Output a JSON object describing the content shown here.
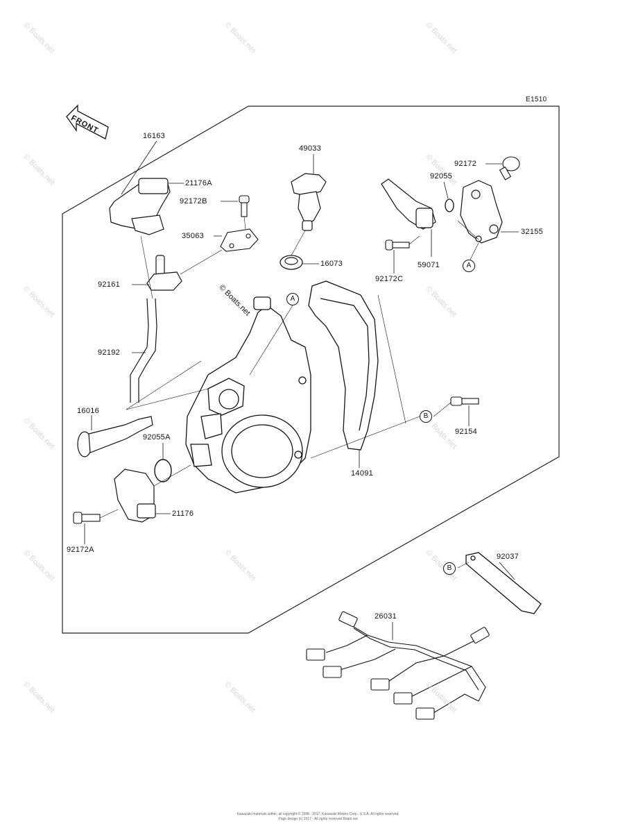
{
  "diagram_code": "E1510",
  "front_label": "FRONT",
  "parts": {
    "p16163": "16163",
    "p21176A": "21176A",
    "p92172B": "92172B",
    "p35063": "35063",
    "p92161": "92161",
    "p92192": "92192",
    "p16016": "16016",
    "p92055A": "92055A",
    "p21176": "21176",
    "p92172A": "92172A",
    "p49033": "49033",
    "p16073": "16073",
    "p92172": "92172",
    "p92055": "92055",
    "p32155": "32155",
    "p59071": "59071",
    "p92172C": "92172C",
    "p92154": "92154",
    "p14091": "14091",
    "p92037": "92037",
    "p26031": "26031"
  },
  "callouts": {
    "a1": "A",
    "a2": "A",
    "b1": "B",
    "b2": "B"
  },
  "watermark": "© Boats.net",
  "footer_line1": "Kawasaki materials within, all copyright © 1998 - 2017, Kawasaki Motors Corp., U.S.A. All rights reserved.",
  "footer_line2": "Page design (c) 2017 - All rights reserved Boats.net"
}
